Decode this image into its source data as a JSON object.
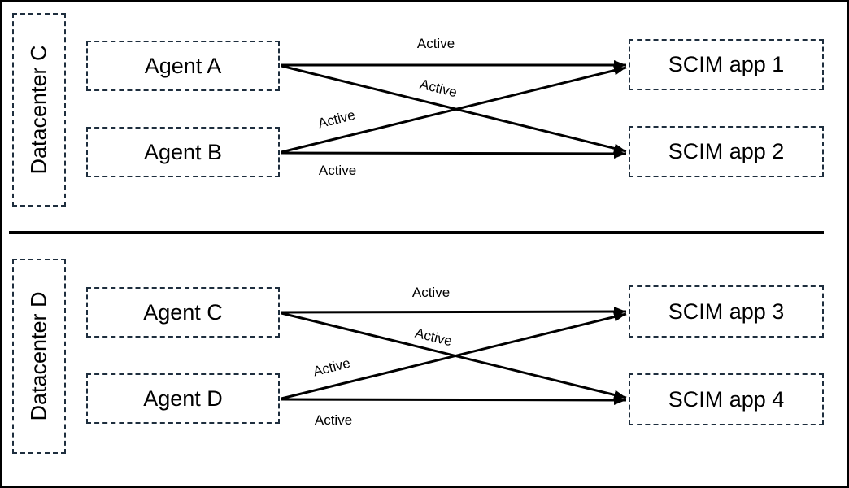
{
  "colors": {
    "background": "#ffffff",
    "outer_border": "#000000",
    "dashed_box_border": "#1e2e3e",
    "arrow": "#000000",
    "text": "#000000"
  },
  "diagram": {
    "sections": [
      {
        "datacenter_label": "Datacenter C",
        "agents": [
          {
            "label": "Agent A"
          },
          {
            "label": "Agent B"
          }
        ],
        "apps": [
          {
            "label": "SCIM app 1"
          },
          {
            "label": "SCIM app 2"
          }
        ],
        "connections": [
          {
            "from": "Agent A",
            "to": "SCIM app 1",
            "label": "Active"
          },
          {
            "from": "Agent A",
            "to": "SCIM app 2",
            "label": "Active"
          },
          {
            "from": "Agent B",
            "to": "SCIM app 1",
            "label": "Active"
          },
          {
            "from": "Agent B",
            "to": "SCIM app 2",
            "label": "Active"
          }
        ]
      },
      {
        "datacenter_label": "Datacenter D",
        "agents": [
          {
            "label": "Agent C"
          },
          {
            "label": "Agent D"
          }
        ],
        "apps": [
          {
            "label": "SCIM app 3"
          },
          {
            "label": "SCIM app 4"
          }
        ],
        "connections": [
          {
            "from": "Agent C",
            "to": "SCIM app 3",
            "label": "Active"
          },
          {
            "from": "Agent C",
            "to": "SCIM app 4",
            "label": "Active"
          },
          {
            "from": "Agent D",
            "to": "SCIM app 3",
            "label": "Active"
          },
          {
            "from": "Agent D",
            "to": "SCIM app 4",
            "label": "Active"
          }
        ]
      }
    ]
  }
}
